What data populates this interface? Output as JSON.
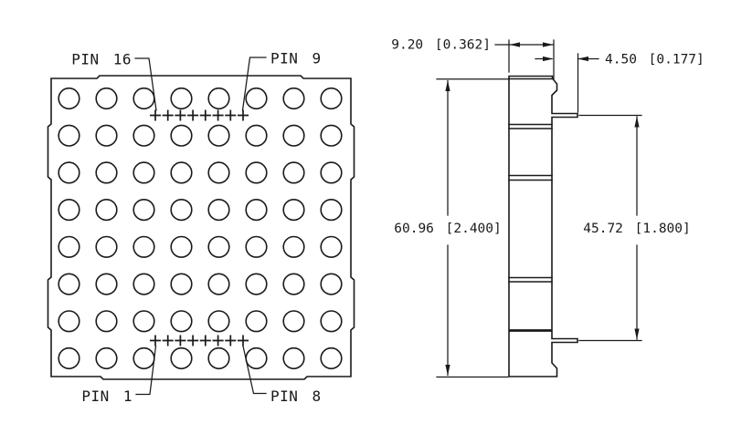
{
  "drawing": {
    "front_view": {
      "pin_labels": {
        "top_left": "PIN 16",
        "top_right": "PIN 9",
        "bottom_left": "PIN 1",
        "bottom_right": "PIN 8"
      },
      "led_grid": {
        "rows": 8,
        "cols": 8
      },
      "pin_marks_per_row": 8
    },
    "side_view": {
      "segments": 5,
      "pins_visible": 2
    },
    "dimensions": {
      "body_width": "9.20 [0.362]",
      "lead_length": "4.50 [0.177]",
      "body_height": "60.96 [2.400]",
      "pin_row_spacing": "45.72 [1.800]"
    },
    "colors": {
      "line": "#1a1a1a",
      "background": "#ffffff"
    }
  }
}
